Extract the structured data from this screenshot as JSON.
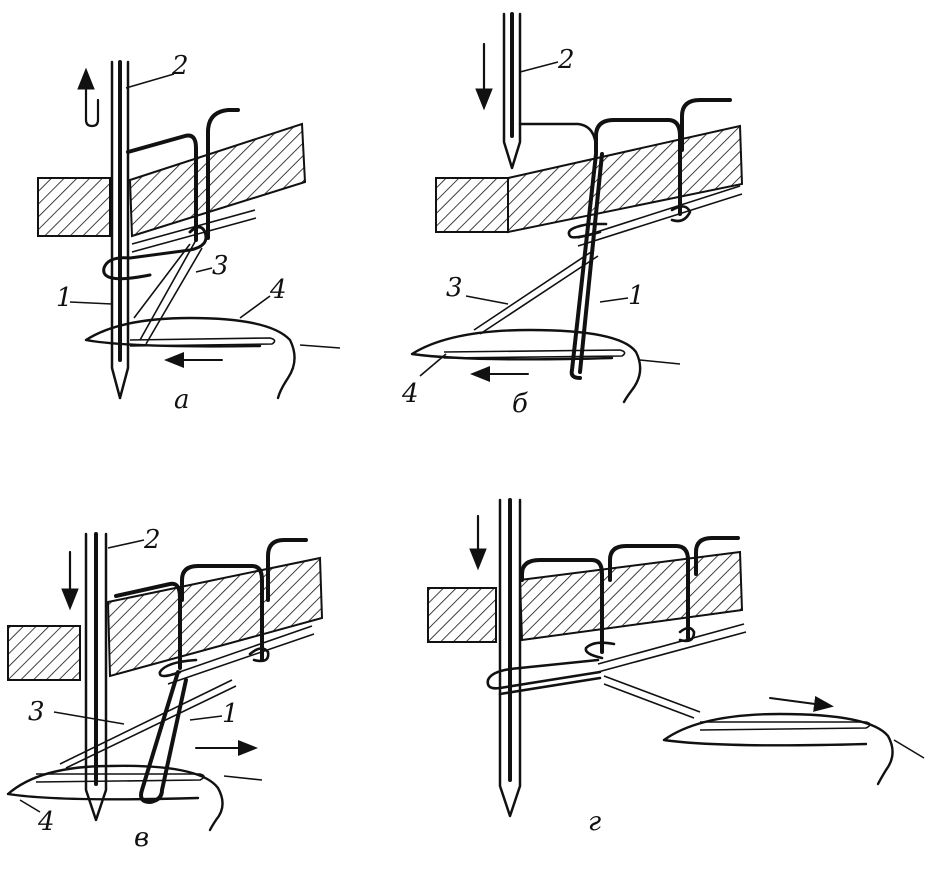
{
  "panels": [
    {
      "id": "a",
      "caption": "а",
      "labels": {
        "thread": "1",
        "needle": "2",
        "loop": "3",
        "looper": "4"
      },
      "needle_direction": "up",
      "looper_direction": "left"
    },
    {
      "id": "b",
      "caption": "б",
      "labels": {
        "thread": "1",
        "needle": "2",
        "loop": "3",
        "looper": "4"
      },
      "needle_direction": "down",
      "looper_direction": "left"
    },
    {
      "id": "v",
      "caption": "в",
      "labels": {
        "thread": "1",
        "needle": "2",
        "loop": "3",
        "looper": "4"
      },
      "needle_direction": "down",
      "looper_direction": "right"
    },
    {
      "id": "g",
      "caption": "г",
      "labels": {},
      "needle_direction": "down",
      "looper_direction": "right"
    }
  ]
}
